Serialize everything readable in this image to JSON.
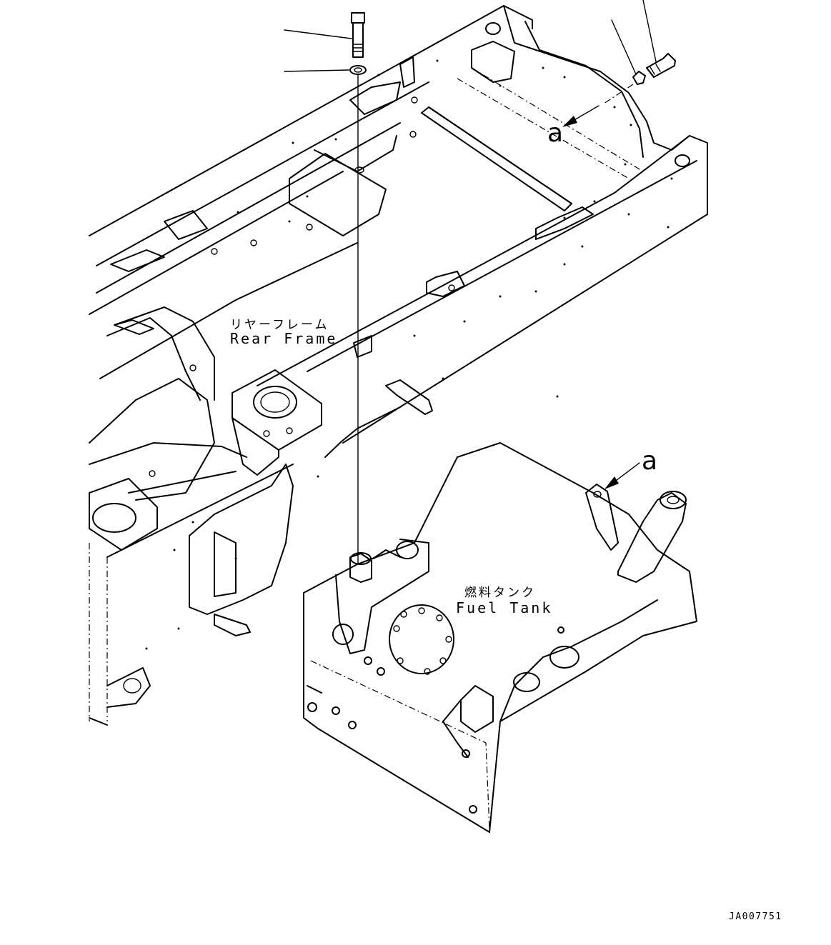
{
  "labels": {
    "rear_frame_ja": "リヤーフレーム",
    "rear_frame_en": "Rear Frame",
    "fuel_tank_ja": "燃料タンク",
    "fuel_tank_en": "Fuel Tank",
    "callout_a_top": "a",
    "callout_a_right": "a",
    "drawing_code": "JA007751"
  }
}
